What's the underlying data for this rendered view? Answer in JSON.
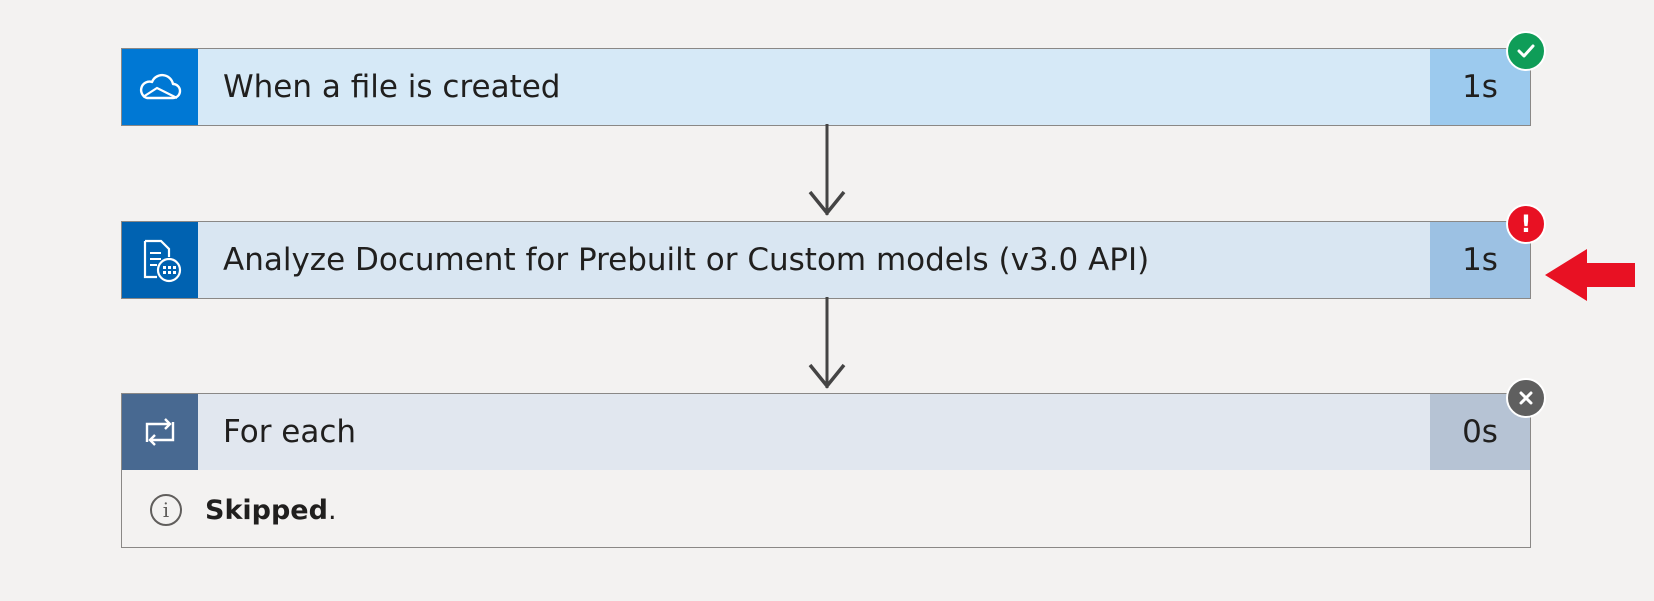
{
  "steps": [
    {
      "title": "When a file is created",
      "duration": "1s",
      "status": "succeeded",
      "icon": "cloud-icon",
      "colors": {
        "icon_bg": "#0078d4",
        "body_bg": "#d6e9f7",
        "duration_bg": "#9ccaee"
      }
    },
    {
      "title": "Analyze Document for Prebuilt or Custom models (v3.0 API)",
      "duration": "1s",
      "status": "failed",
      "icon": "document-table-icon",
      "colors": {
        "icon_bg": "#0062b1",
        "body_bg": "#d9e6f2",
        "duration_bg": "#9cc1e3"
      }
    },
    {
      "title": "For each",
      "duration": "0s",
      "status": "skipped",
      "icon": "loop-icon",
      "colors": {
        "icon_bg": "#486991",
        "body_bg": "#e1e7ef",
        "duration_bg": "#b6c3d4"
      },
      "message_bold": "Skipped",
      "message_rest": "."
    }
  ],
  "status_colors": {
    "succeeded": "#0f9d58",
    "failed": "#e81123",
    "skipped": "#5f5f5f"
  },
  "pointer_arrow_color": "#e81123"
}
